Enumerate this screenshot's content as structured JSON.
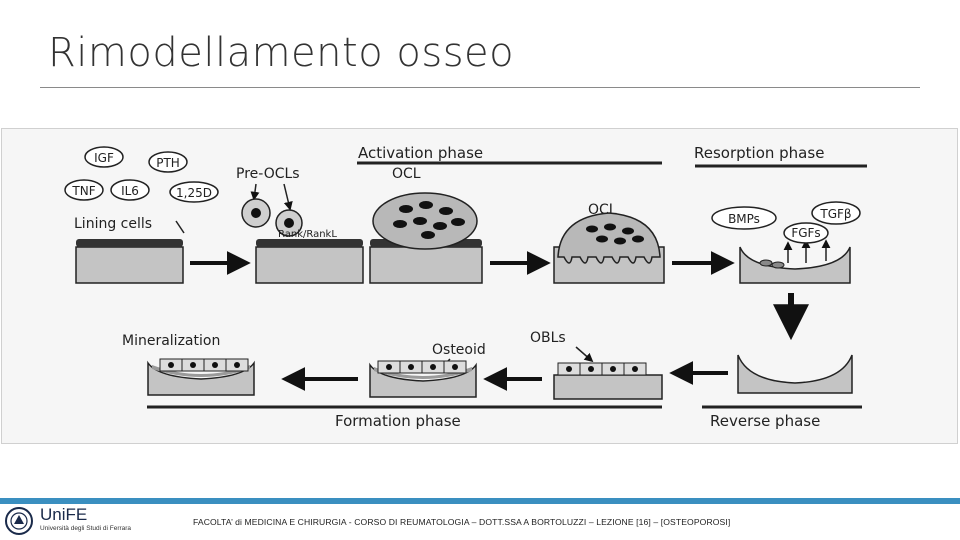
{
  "slide": {
    "title": "Rimodellamento osseo",
    "footer": "FACOLTA’ di MEDICINA E CHIRURGIA - CORSO DI REUMATOLOGIA – DOTT.SSA A BORTOLUZZI – LEZIONE [16] – [OSTEOPOROSI]"
  },
  "logo": {
    "name": "UniFE",
    "subtitle": "Università degli Studi di Ferrara"
  },
  "diagram": {
    "phases": {
      "activation": "Activation phase",
      "resorption": "Resorption phase",
      "formation": "Formation phase",
      "reverse": "Reverse phase"
    },
    "factors": [
      "IGF",
      "PTH",
      "TNF",
      "IL6",
      "1,25D"
    ],
    "labels": {
      "lining_cells": "Lining cells",
      "pre_ocls": "Pre-OCLs",
      "ocl_top": "OCL",
      "ocl_mid": "OCL",
      "rank": "Rank/RankL",
      "bmps": "BMPs",
      "tgfb": "TGFβ",
      "fgfs": "FGFs",
      "mineralization": "Mineralization",
      "osteoid": "Osteoid",
      "obls": "OBLs"
    }
  }
}
